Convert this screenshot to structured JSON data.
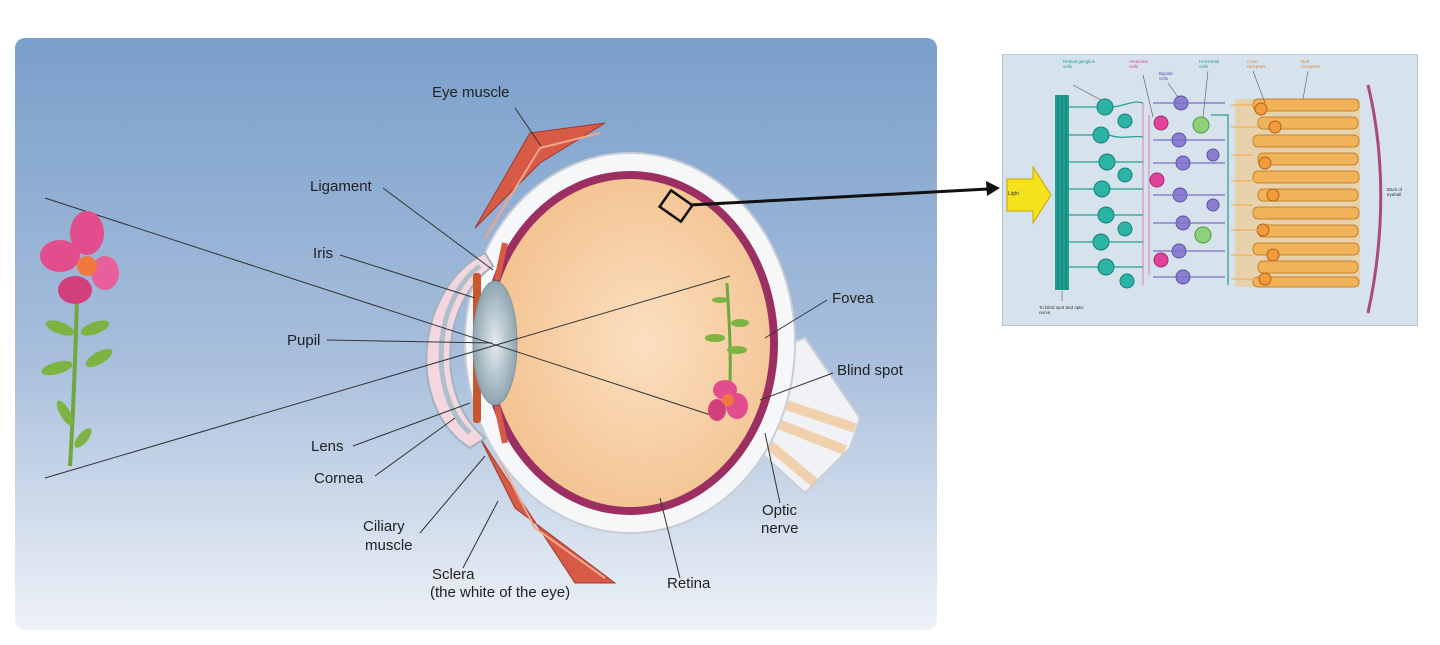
{
  "labels": {
    "eye_muscle": "Eye muscle",
    "ligament": "Ligament",
    "iris": "Iris",
    "pupil": "Pupil",
    "lens": "Lens",
    "cornea": "Cornea",
    "ciliary_muscle_1": "Ciliary",
    "ciliary_muscle_2": "muscle",
    "sclera_1": "Sclera",
    "sclera_2": "(the white of the eye)",
    "retina": "Retina",
    "optic_nerve_1": "Optic",
    "optic_nerve_2": "nerve",
    "blind_spot": "Blind spot",
    "fovea": "Fovea"
  },
  "inset": {
    "light": "Light",
    "ganglion": "Retinal ganglion cells",
    "amacrine": "Amacrine cells",
    "bipolar": "Bipolar cells",
    "horizontal": "Horizontal cells",
    "cone": "Cone receptors",
    "rod": "Rod receptors",
    "back": "Back of eyeball",
    "optic": "To blind spot and optic nerve"
  },
  "colors": {
    "panel_top": "#7a9fcb",
    "panel_bottom": "#eef2f8",
    "sclera": "#f6f7f9",
    "choroid": "#9b2f62",
    "vitreous": "#f7cfa4",
    "iris": "#c9572e",
    "lens": "#b8c7cf",
    "muscle": "#d65a45",
    "flower": "#e24d8d",
    "stem": "#6fa83f",
    "ganglion_cell": "#1f9e93",
    "bipolar_cell": "#7b6fc4",
    "amacrine_cell": "#e0449a",
    "receptor": "#f1b35a"
  },
  "icons": {
    "light_arrow": "yellow-arrow-icon",
    "zoom_arrow": "black-arrow-icon"
  }
}
